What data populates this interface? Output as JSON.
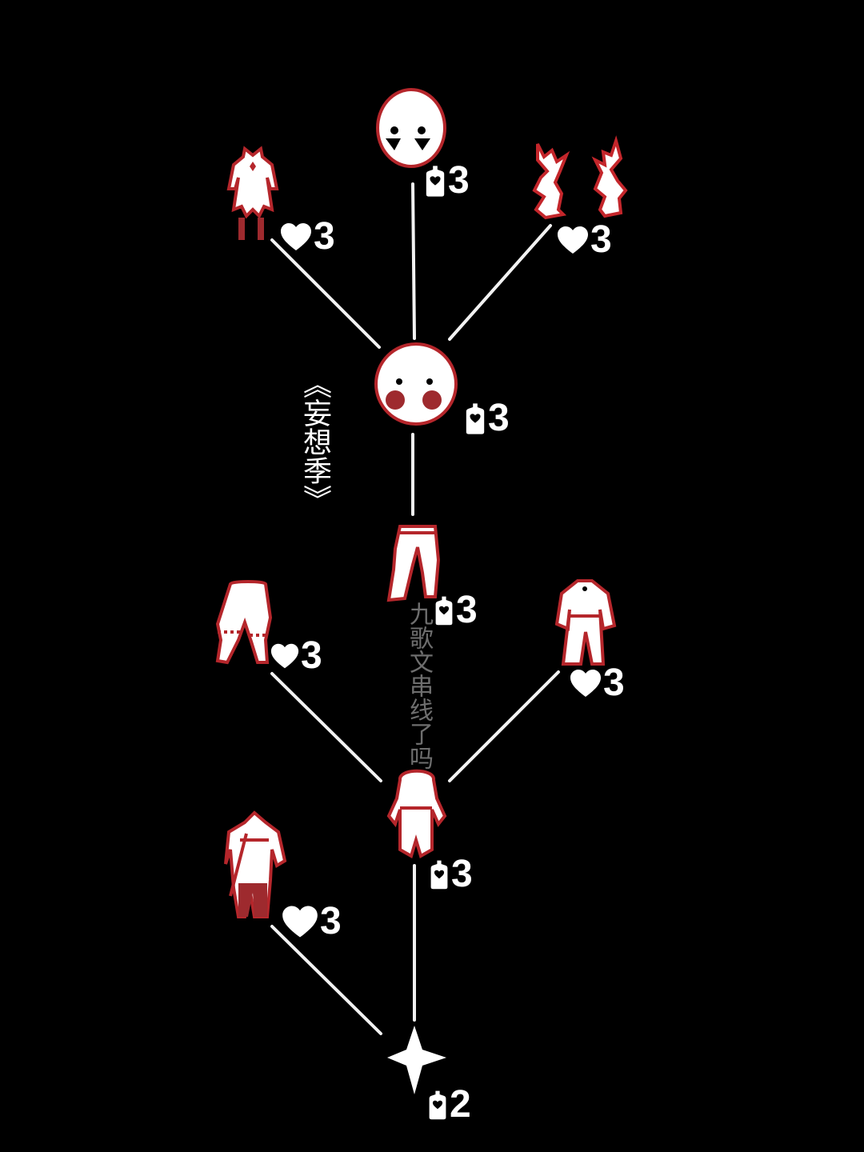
{
  "season_title": "《妄想季》",
  "watermark": "九歌文串线了吗",
  "currency_icons": {
    "candle": "candle-icon",
    "heart": "heart-icon"
  },
  "colors": {
    "background": "#000000",
    "item_fill": "#ffffff",
    "item_accent": "#b5262b",
    "line": "#f2f2f2"
  },
  "nodes": [
    {
      "id": "star",
      "item": "star-emote",
      "currency": "candle",
      "cost": "2"
    },
    {
      "id": "outfit",
      "item": "outfit-hood-cape",
      "currency": "candle",
      "cost": "3"
    },
    {
      "id": "robe-sword",
      "item": "robe-with-sword",
      "currency": "heart",
      "cost": "3"
    },
    {
      "id": "pants-main",
      "item": "pants-main",
      "currency": "candle",
      "cost": "3"
    },
    {
      "id": "pants-side",
      "item": "pants-fur-cuffs",
      "currency": "heart",
      "cost": "3"
    },
    {
      "id": "robe-long",
      "item": "robe-long-sleeve",
      "currency": "heart",
      "cost": "3"
    },
    {
      "id": "mask-blush",
      "item": "mask-blush",
      "currency": "candle",
      "cost": "3"
    },
    {
      "id": "mask-tears",
      "item": "mask-tears",
      "currency": "candle",
      "cost": "3"
    },
    {
      "id": "dress-fringe",
      "item": "dress-fringe",
      "currency": "heart",
      "cost": "3"
    },
    {
      "id": "horns-antler",
      "item": "antler-horns",
      "currency": "heart",
      "cost": "3"
    }
  ]
}
